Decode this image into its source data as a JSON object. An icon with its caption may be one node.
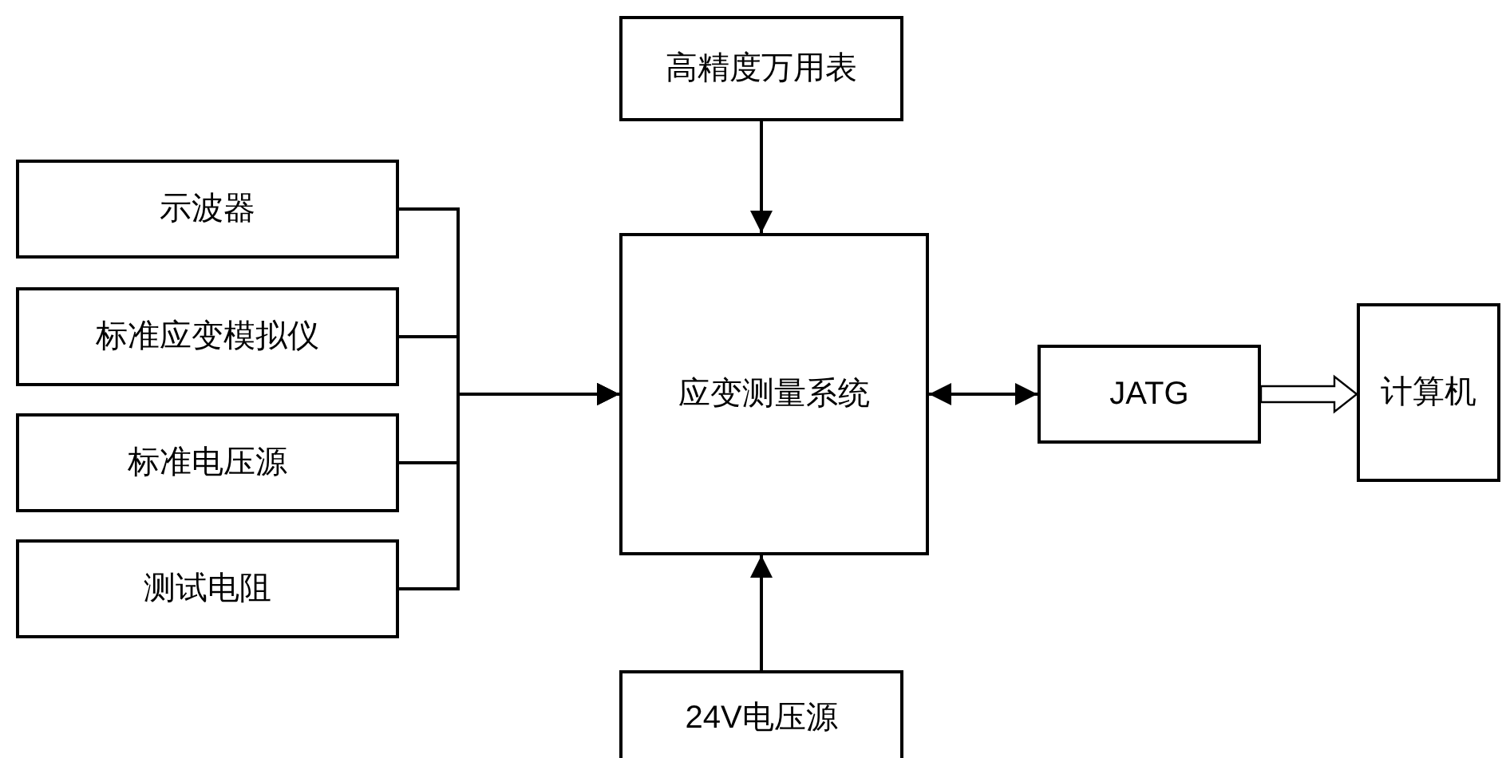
{
  "diagram": {
    "nodes": [
      {
        "text": [
          "高精度万用表"
        ]
      },
      {
        "text": [
          "示波器"
        ]
      },
      {
        "text": [
          "标准应变模拟仪"
        ]
      },
      {
        "text": [
          "标准电压源"
        ]
      },
      {
        "text": [
          "测试电阻"
        ]
      },
      {
        "text": [
          "应变测量系统"
        ]
      },
      {
        "text": [
          "JATG"
        ]
      },
      {
        "text": [
          "计算机"
        ]
      },
      {
        "text": [
          "24V电压源"
        ]
      }
    ],
    "edges": [
      {
        "from": 0,
        "to": 5,
        "arrow": "to"
      },
      {
        "from": 1,
        "to": 5,
        "arrow": "to"
      },
      {
        "from": 2,
        "to": 5,
        "arrow": "to"
      },
      {
        "from": 3,
        "to": 5,
        "arrow": "to"
      },
      {
        "from": 4,
        "to": 5,
        "arrow": "to"
      },
      {
        "from": 5,
        "to": 6,
        "arrow": "both"
      },
      {
        "from": 6,
        "to": 7,
        "arrow": "to",
        "style": "thick"
      },
      {
        "from": 8,
        "to": 5,
        "arrow": "to"
      }
    ]
  }
}
